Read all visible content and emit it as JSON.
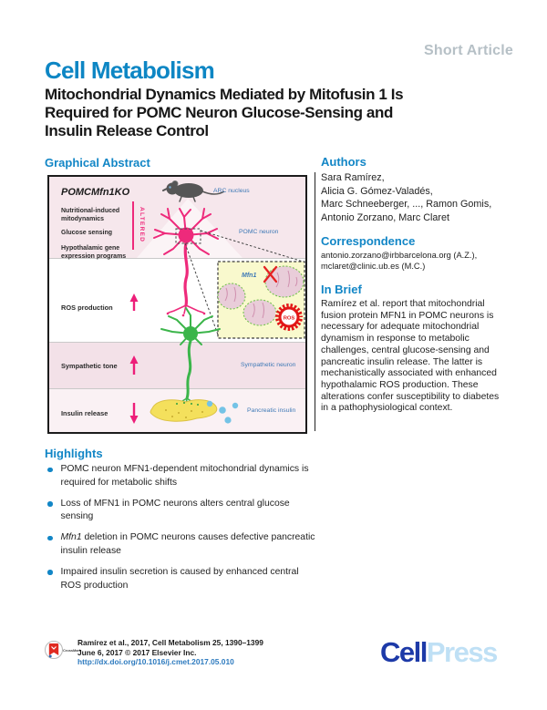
{
  "header": {
    "article_type": "Short Article",
    "journal": "Cell Metabolism",
    "title_line1": "Mitochondrial Dynamics Mediated by Mitofusin 1 Is",
    "title_line2": "Required for POMC Neuron Glucose-Sensing and",
    "title_line3": "Insulin Release Control"
  },
  "figure": {
    "heading": "Graphical Abstract",
    "panel_title": "POMCMfn1KO",
    "altered": "ALTERED",
    "effects": [
      "Nutritional-induced",
      "mitodynamics",
      "Glucose sensing",
      "Hypothalamic gene",
      "expression programs"
    ],
    "rows": [
      {
        "label": "ROS production",
        "direction": "up"
      },
      {
        "label": "Sympathetic tone",
        "direction": "up"
      },
      {
        "label": "Insulin release",
        "direction": "down"
      }
    ],
    "labels": {
      "arc": "ARC nucleus",
      "pomc": "POMC neuron",
      "sympathetic": "Sympathetic neuron",
      "pancreatic": "Pancreatic insulin",
      "mfn1": "Mfn1",
      "ros": "ROS"
    }
  },
  "authors_section": {
    "heading": "Authors",
    "names": [
      "Sara Ramírez,",
      "Alicia G. Gómez-Valadés,",
      "Marc Schneeberger, ..., Ramon Gomis,",
      "Antonio Zorzano, Marc Claret"
    ]
  },
  "correspondence": {
    "heading": "Correspondence",
    "line1": "antonio.zorzano@irbbarcelona.org (A.Z.),",
    "line2": "mclaret@clinic.ub.es (M.C.)"
  },
  "in_brief": {
    "heading": "In Brief",
    "text": "Ramírez et al. report that mitochondrial fusion protein MFN1 in POMC neurons is necessary for adequate mitochondrial dynamism in response to metabolic challenges, central glucose-sensing and pancreatic insulin release. The latter is mechanistically associated with enhanced hypothalamic ROS production. These alterations confer susceptibility to diabetes in a pathophysiological context."
  },
  "highlights": {
    "heading": "Highlights",
    "items": [
      {
        "pre": "",
        "text": "POMC neuron MFN1-dependent mitochondrial dynamics is required for metabolic shifts"
      },
      {
        "pre": "",
        "text": "Loss of MFN1 in POMC neurons alters central glucose sensing"
      },
      {
        "pre": "Mfn1",
        "text": " deletion in POMC neurons causes defective pancreatic insulin release"
      },
      {
        "pre": "",
        "text": "Impaired insulin secretion is caused by enhanced central ROS production"
      }
    ]
  },
  "footer": {
    "citation": "Ramírez et al., 2017, Cell Metabolism 25, 1390–1399",
    "date_copyright": "June 6, 2017 © 2017 Elsevier Inc.",
    "doi": "http://dx.doi.org/10.1016/j.cmet.2017.05.010",
    "crossmark_label": "CrossMark",
    "logo_cell": "Cell",
    "logo_press": "Press"
  },
  "colors": {
    "accent_blue": "#1286c6",
    "figure_label_blue": "#3e79b6",
    "pink": "#ee2a7b",
    "green": "#3bb54a",
    "link_blue": "#2e7bbf",
    "logo_dark_blue": "#1d3aa8",
    "logo_light_blue": "#bfe0f5",
    "article_type_gray": "#b6c0c6",
    "crossmark_red": "#e02a21",
    "band_pink": "#f6e7ec"
  }
}
